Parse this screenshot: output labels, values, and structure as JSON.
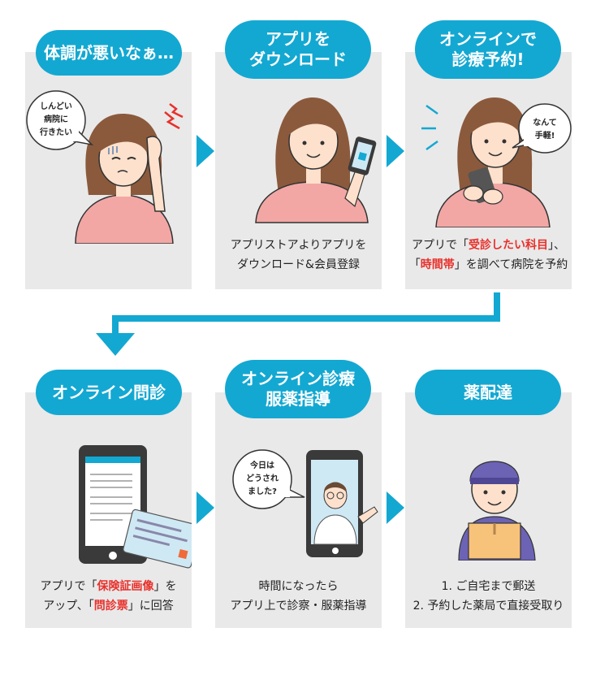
{
  "colors": {
    "accent": "#13a8d2",
    "panel": "#e9e9e9",
    "highlight": "#e8312c"
  },
  "steps": [
    {
      "title": "体調が悪いなぁ…",
      "bubble": [
        "しんどい",
        "病院に",
        "行きたい"
      ],
      "caption": []
    },
    {
      "title": "アプリを\nダウンロード",
      "caption": [
        "アプリストアよりアプリを",
        "ダウンロード&会員登録"
      ]
    },
    {
      "title": "オンラインで\n診療予約!",
      "bubble": [
        "なんて",
        "手軽!"
      ],
      "caption_l1": {
        "pre": "アプリで「",
        "hl": "受診したい科目",
        "post": "」、"
      },
      "caption_l2": {
        "pre": "「",
        "hl": "時間帯",
        "post": "」を調べて病院を予約"
      }
    },
    {
      "title": "オンライン問診",
      "caption_l1": {
        "pre": "アプリで「",
        "hl": "保険証画像",
        "post": "」を"
      },
      "caption_l2": {
        "pre": "アップ、「",
        "hl": "問診票",
        "post": "」に回答"
      }
    },
    {
      "title": "オンライン診療\n服薬指導",
      "bubble": [
        "今日は",
        "どうされ",
        "ました?"
      ],
      "caption": [
        "時間になったら",
        "アプリ上で診察・服薬指導"
      ]
    },
    {
      "title": "薬配達",
      "caption": [
        "1. ご自宅まで郵送",
        "2. 予約した薬局で直接受取り"
      ]
    }
  ]
}
